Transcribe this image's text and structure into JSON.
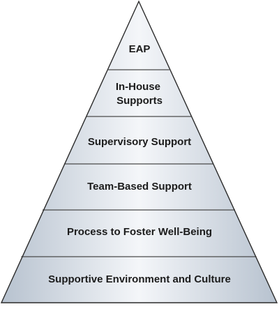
{
  "diagram": {
    "type": "pyramid",
    "tiers_top_to_bottom": [
      {
        "lines": [
          "EAP"
        ]
      },
      {
        "lines": [
          "In-House",
          "Supports"
        ]
      },
      {
        "lines": [
          "Supervisory Support"
        ]
      },
      {
        "lines": [
          "Team-Based Support"
        ]
      },
      {
        "lines": [
          "Process to Foster Well-Being"
        ]
      },
      {
        "lines": [
          "Supportive Environment and Culture"
        ]
      }
    ],
    "colors": {
      "fill_light": "#f4f6f9",
      "fill_dark": "#b7c2cf",
      "divider": "#4a4a4a",
      "outline": "#2b2b2b",
      "text": "#1c1c1c"
    }
  }
}
